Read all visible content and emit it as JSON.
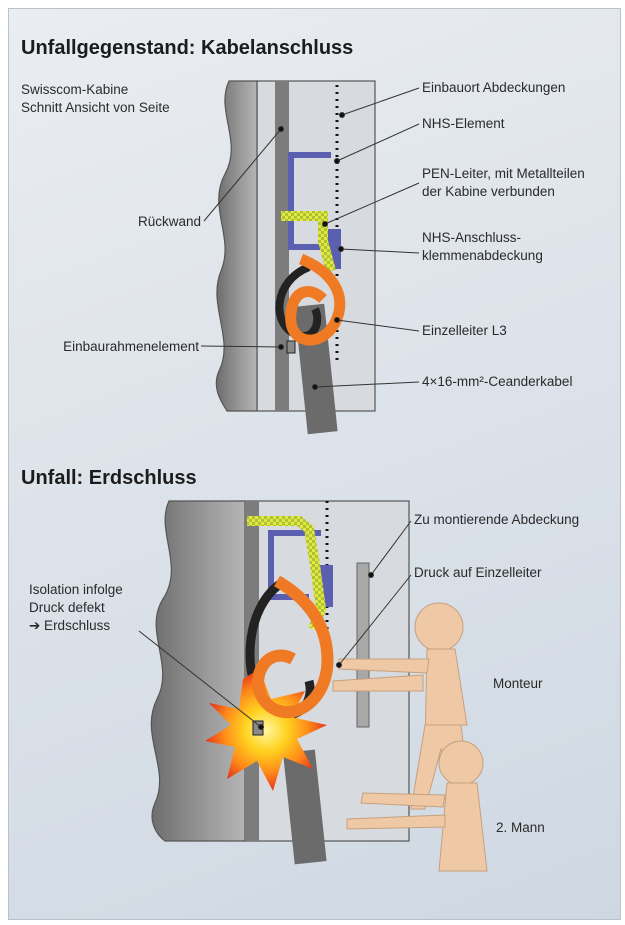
{
  "section1": {
    "title": "Unfallgegenstand: Kabelanschluss",
    "cabinet_line1": "Swisscom-Kabine",
    "cabinet_line2": "Schnitt Ansicht von Seite",
    "back_wall": "Rückwand",
    "frame_element": "Einbaurahmenelement",
    "covers_location": "Einbauort Abdeckungen",
    "nhs_element": "NHS-Element",
    "pen_line1": "PEN-Leiter, mit Metallteilen",
    "pen_line2": "der Kabine verbunden",
    "terminal_line1": "NHS-Anschluss-",
    "terminal_line2": "klemmenabdeckung",
    "single_conductor": "Einzelleiter L3",
    "cable": "4×16-mm²-Ceanderkabel"
  },
  "section2": {
    "title": "Unfall: Erdschluss",
    "cover_to_mount": "Zu montierende Abdeckung",
    "pressure": "Druck auf Einzelleiter",
    "insulation_line1": "Isolation infolge",
    "insulation_line2": "Druck defekt",
    "insulation_line3": "➔ Erdschluss",
    "fitter": "Monteur",
    "second_man": "2. Mann"
  },
  "colors": {
    "wall": "#8e8e8e",
    "cabinet": "#d6d9de",
    "nhs_blue": "#5a5fb0",
    "pen_yellow": "#e6e23a",
    "conductor_orange": "#f07a24",
    "figure_skin": "#efc9a6"
  }
}
